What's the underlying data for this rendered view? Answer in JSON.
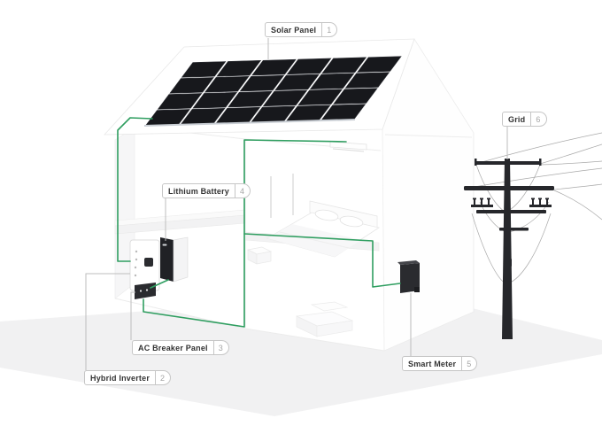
{
  "diagram": {
    "type": "isometric-cutaway-illustration",
    "subject": "Residential solar energy system with battery storage and grid connection"
  },
  "labels": [
    {
      "text": "Solar Panel",
      "num": "1"
    },
    {
      "text": "Hybrid Inverter",
      "num": "2"
    },
    {
      "text": "AC Breaker Panel",
      "num": "3"
    },
    {
      "text": "Lithium Battery",
      "num": "4"
    },
    {
      "text": "Smart Meter",
      "num": "5"
    },
    {
      "text": "Grid",
      "num": "6"
    }
  ],
  "solar_array": {
    "rows": 4,
    "cols": 6
  },
  "colors": {
    "wire": "#2f9e60",
    "panel": "#17181c",
    "device": "#26272b",
    "label_border": "#c6c6c6",
    "label_text": "#333333",
    "label_number": "#a5a5a5",
    "ground": "#f1f1f2"
  }
}
